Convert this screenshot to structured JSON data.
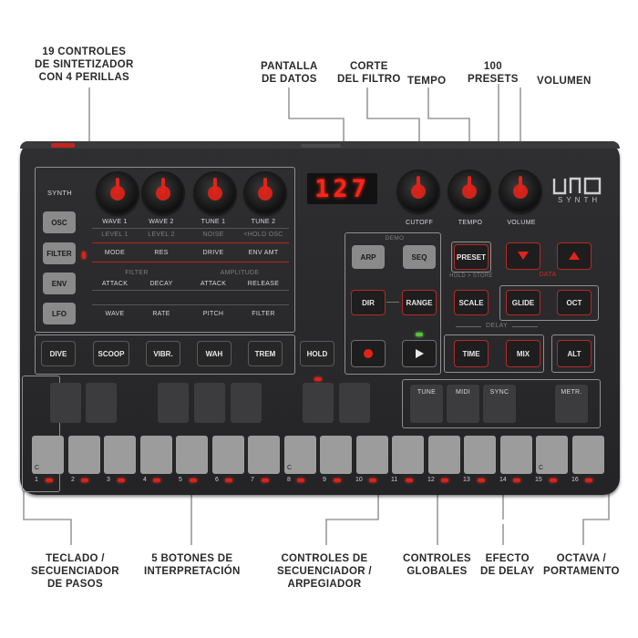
{
  "callouts": {
    "synth_controls": [
      "19 CONTROLES",
      "DE SINTETIZADOR",
      "CON 4 PERILLAS"
    ],
    "data_display": [
      "PANTALLA",
      "DE DATOS"
    ],
    "filter_cutoff": [
      "CORTE",
      "DEL FILTRO"
    ],
    "tempo": [
      "TEMPO"
    ],
    "presets": [
      "100",
      "PRESETS"
    ],
    "volume": [
      "VOLUMEN"
    ],
    "keyboard": [
      "TECLADO /",
      "SECUENCIADOR",
      "DE PASOS"
    ],
    "performance": [
      "5 BOTONES DE",
      "INTERPRETACIÓN"
    ],
    "sequencer": [
      "CONTROLES DE",
      "SECUENCIADOR /",
      "ARPEGIADOR"
    ],
    "global": [
      "CONTROLES",
      "GLOBALES"
    ],
    "delay": [
      "EFECTO",
      "DE DELAY"
    ],
    "octave": [
      "OCTAVA /",
      "PORTAMENTO"
    ]
  },
  "device": {
    "synth_label": "SYNTH",
    "logo_text": "SYNTH",
    "display_value": "127",
    "knob_labels": [
      "CUTOFF",
      "TEMPO",
      "VOLUME"
    ],
    "mode_buttons": [
      "OSC",
      "FILTER",
      "ENV",
      "LFO"
    ],
    "osc_row": [
      "WAVE 1",
      "WAVE 2",
      "TUNE 1",
      "TUNE 2"
    ],
    "osc_sub": [
      "LEVEL 1",
      "LEVEL 2",
      "NOISE",
      "<HOLD OSC"
    ],
    "filter_row": [
      "MODE",
      "RES",
      "DRIVE",
      "ENV AMT"
    ],
    "env_headers": [
      "FILTER",
      "AMPLITUDE"
    ],
    "env_row": [
      "ATTACK",
      "DECAY",
      "ATTACK",
      "RELEASE"
    ],
    "lfo_row": [
      "WAVE",
      "RATE",
      "PITCH",
      "FILTER"
    ],
    "demo_label": "DEMO",
    "arp": "ARP",
    "seq": "SEQ",
    "dir": "DIR",
    "range": "RANGE",
    "scale": "SCALE",
    "preset": "PRESET",
    "hold_store": "HOLD > STORE",
    "data": "DATA",
    "glide": "GLIDE",
    "oct": "OCT",
    "delay_label": "DELAY",
    "time": "TIME",
    "mix": "MIX",
    "alt": "ALT",
    "perf_buttons": [
      "DIVE",
      "SCOOP",
      "VIBR.",
      "WAH",
      "TREM"
    ],
    "hold": "HOLD",
    "global_labels": [
      "TUNE",
      "MIDI",
      "SYNC",
      "METR."
    ],
    "note_c": "C",
    "step_numbers": [
      "1",
      "2",
      "3",
      "4",
      "5",
      "6",
      "7",
      "8",
      "9",
      "10",
      "11",
      "12",
      "13",
      "14",
      "15",
      "16"
    ]
  },
  "colors": {
    "accent": "#e2231a",
    "body": "#2a2a2c"
  }
}
